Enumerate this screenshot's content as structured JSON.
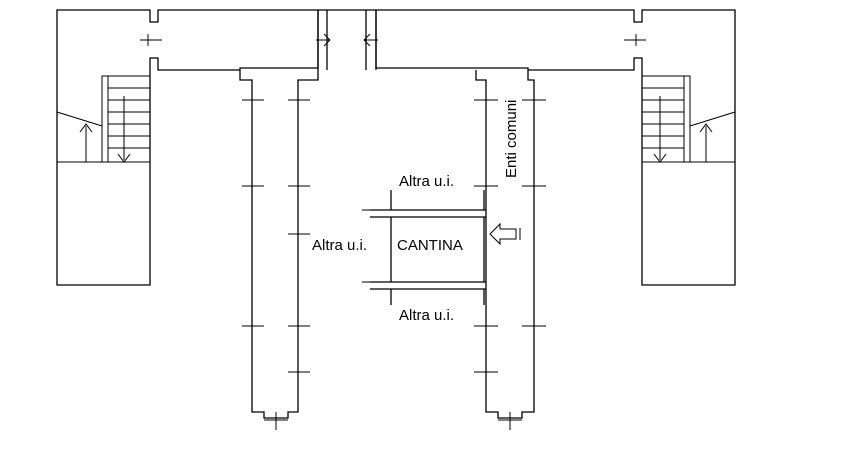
{
  "labels": {
    "cantina": "CANTINA",
    "altra_top": "Altra u.i.",
    "altra_left": "Altra u.i.",
    "altra_bottom": "Altra u.i.",
    "enti_comuni": "Enti comuni"
  }
}
